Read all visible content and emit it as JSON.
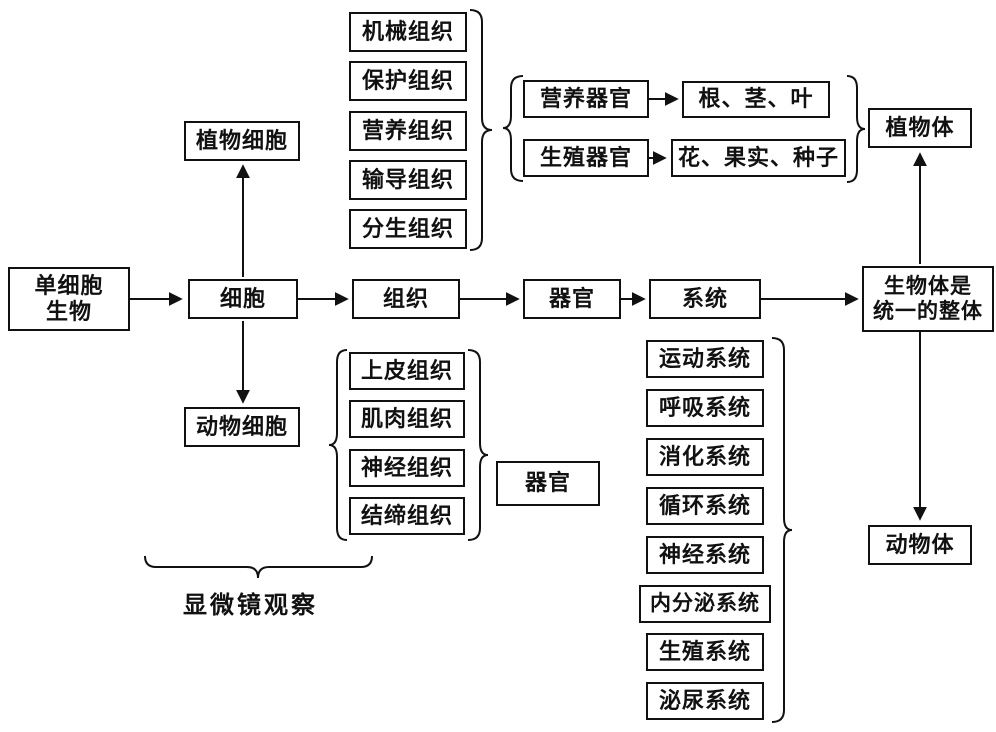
{
  "colors": {
    "ink": "#111111",
    "background": "#ffffff"
  },
  "nodes": {
    "single_cell_organism": {
      "line1": "单细胞",
      "line2": "生物"
    },
    "cell": "细胞",
    "plant_cell": "植物细胞",
    "animal_cell": "动物细胞",
    "tissue": "组织",
    "organ": "器官",
    "system": "系统",
    "organism": {
      "line1": "生物体是",
      "line2": "统一的整体"
    },
    "plant_body": "植物体",
    "animal_body": "动物体",
    "organ_lower": "器官",
    "microscope_note": "显微镜观察"
  },
  "plant_tissues": [
    "机械组织",
    "保护组织",
    "营养组织",
    "输导组织",
    "分生组织"
  ],
  "plant_organs": [
    {
      "label": "营养器官",
      "result": "根、茎、叶"
    },
    {
      "label": "生殖器官",
      "result": "花、果实、种子"
    }
  ],
  "animal_tissues": [
    "上皮组织",
    "肌肉组织",
    "神经组织",
    "结缔组织"
  ],
  "systems": [
    "运动系统",
    "呼吸系统",
    "消化系统",
    "循环系统",
    "神经系统",
    "内分泌系统",
    "生殖系统",
    "泌尿系统"
  ]
}
